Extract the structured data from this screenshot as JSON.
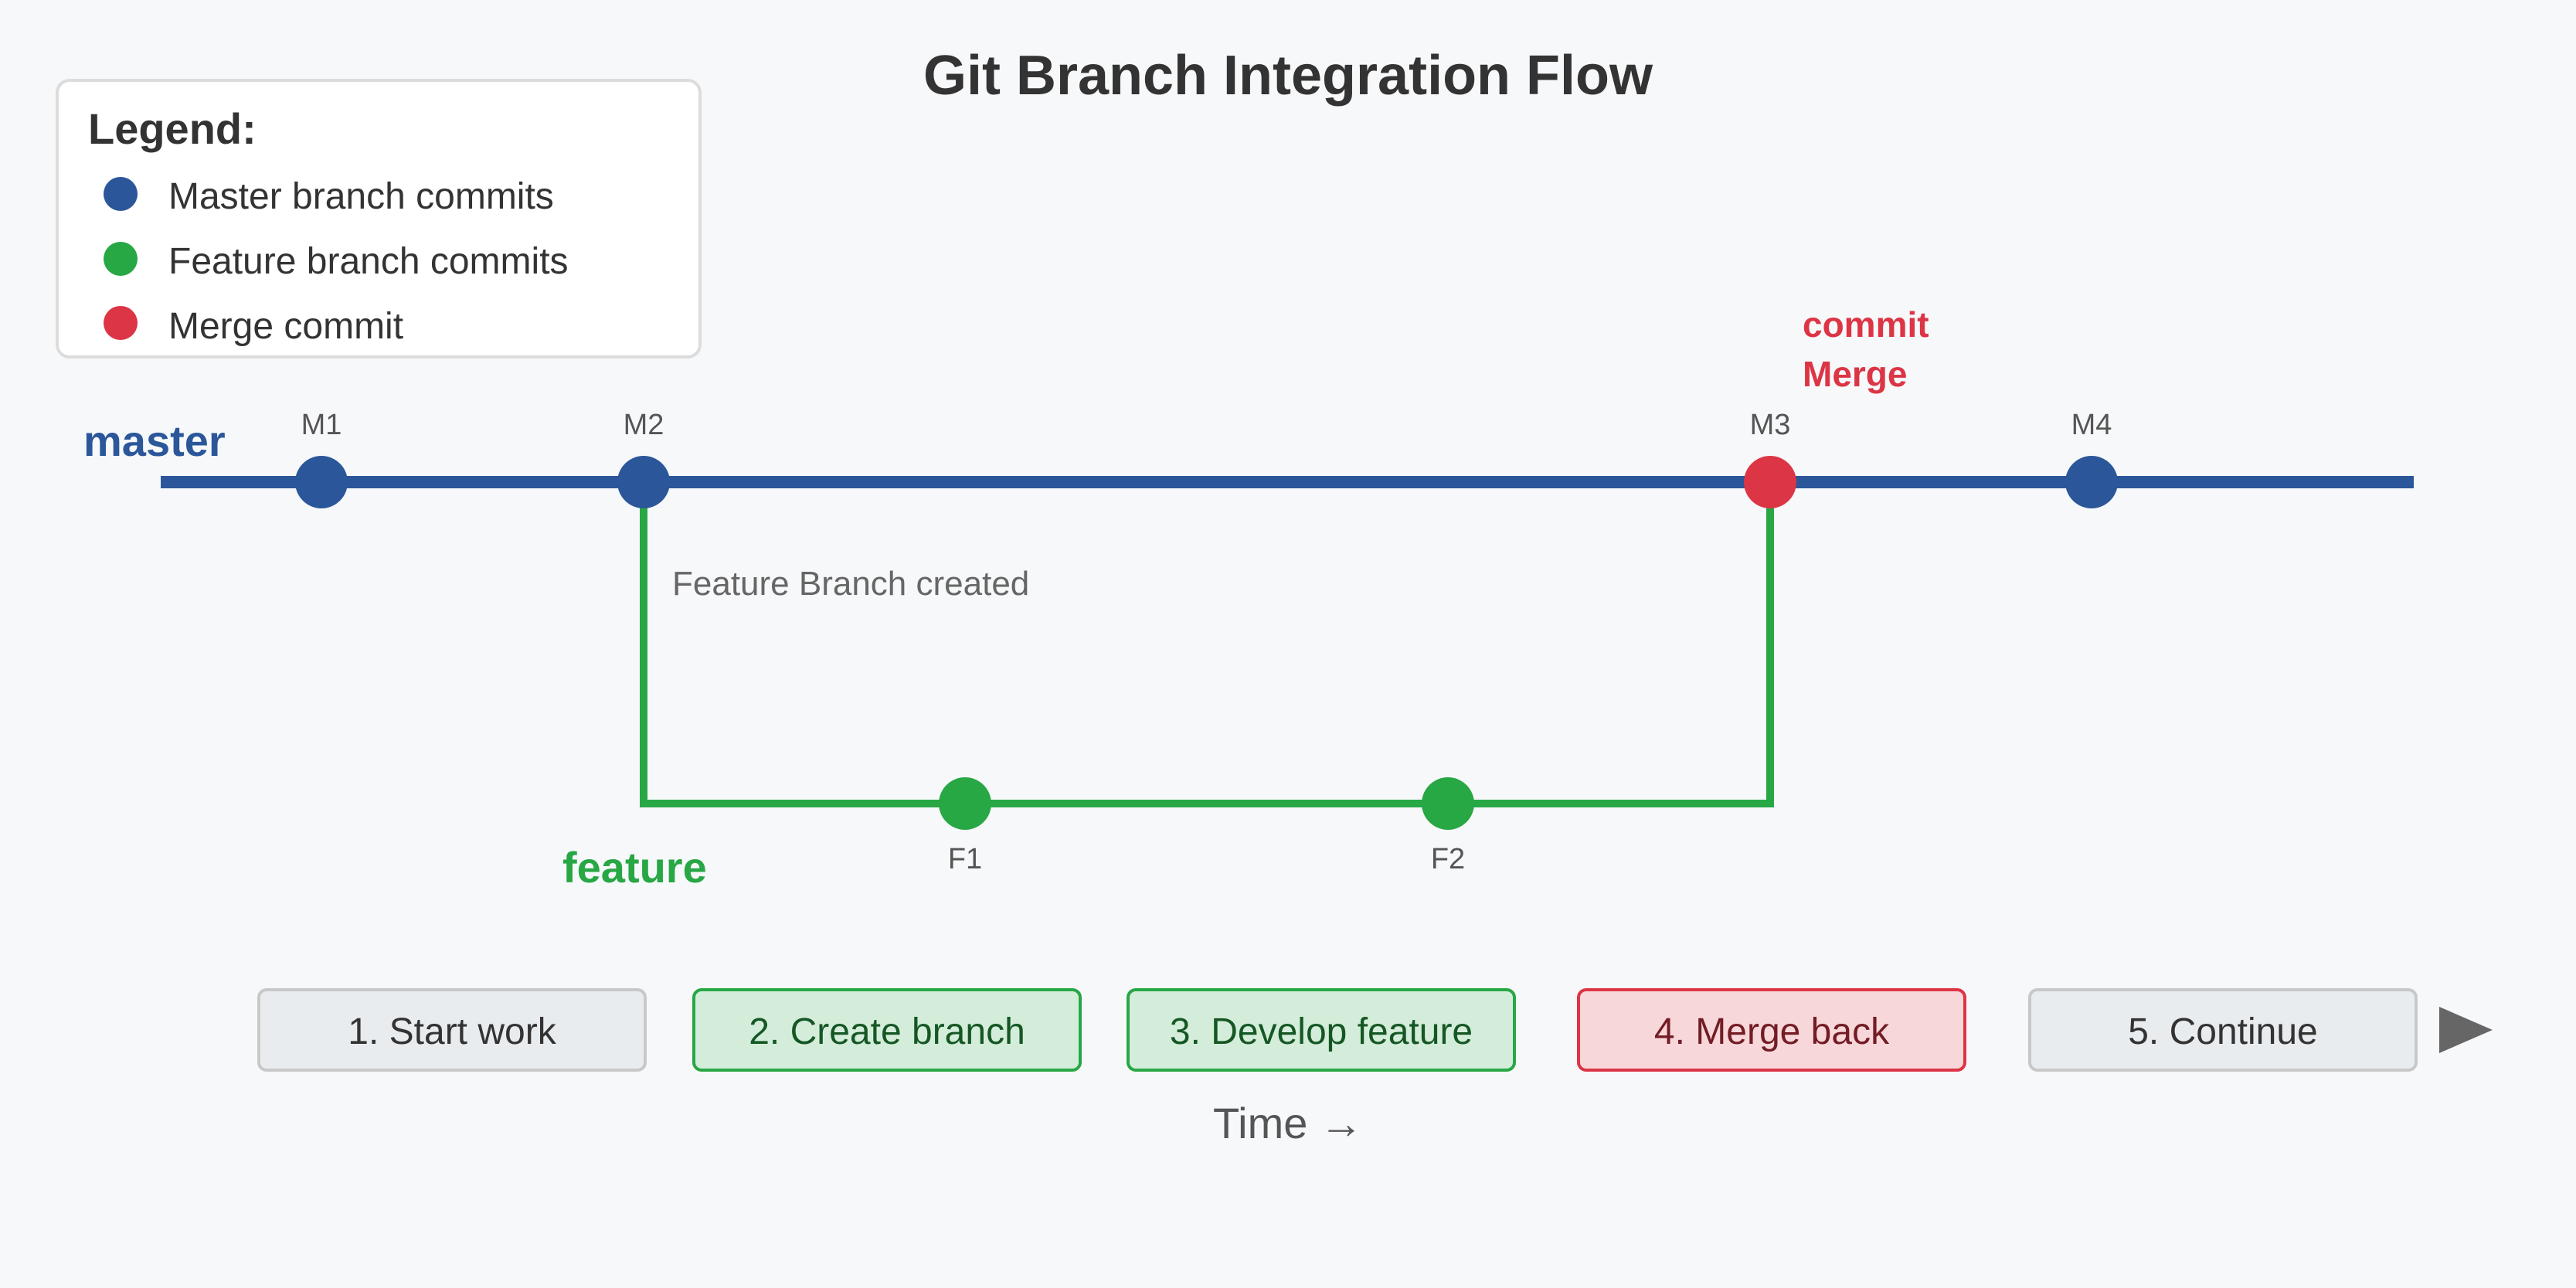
{
  "title": "Git Branch Integration Flow",
  "colors": {
    "master": "#2b579a",
    "feature": "#28a745",
    "merge": "#dc3545"
  },
  "legend": {
    "title": "Legend:",
    "items": [
      {
        "label": "Master branch commits",
        "color": "#2b579a"
      },
      {
        "label": "Feature branch commits",
        "color": "#28a745"
      },
      {
        "label": "Merge commit",
        "color": "#dc3545"
      }
    ]
  },
  "branches": {
    "master": "master",
    "feature": "feature"
  },
  "commits": {
    "master": [
      "M1",
      "M2",
      "M3",
      "M4"
    ],
    "feature": [
      "F1",
      "F2"
    ]
  },
  "annotations": {
    "branch_created": "Feature Branch created",
    "merge_line1": "commit",
    "merge_line2": "Merge"
  },
  "steps": [
    {
      "label": "1. Start work",
      "style": "neutral"
    },
    {
      "label": "2. Create branch",
      "style": "feature"
    },
    {
      "label": "3. Develop feature",
      "style": "feature"
    },
    {
      "label": "4. Merge back",
      "style": "merge"
    },
    {
      "label": "5. Continue",
      "style": "neutral"
    }
  ],
  "axis_label": "Time →"
}
